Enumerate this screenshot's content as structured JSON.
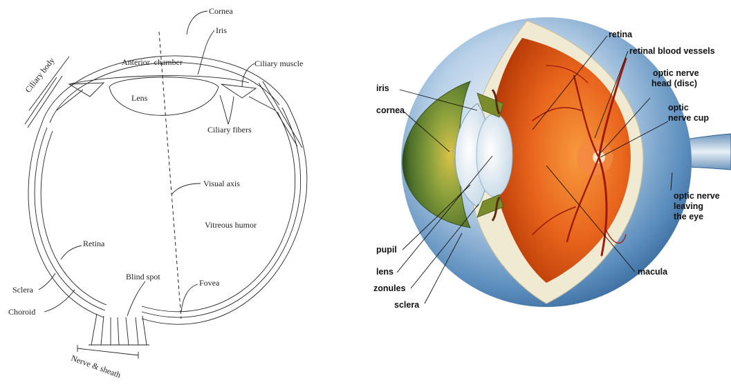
{
  "left_diagram": {
    "labels": {
      "cornea": "Cornea",
      "iris": "Iris",
      "anterior_chamber": "Anterior  chamber",
      "ciliary_body": "Ciliary body",
      "ciliary_muscle": "Ciliary muscle",
      "lens": "Lens",
      "ciliary_fibers": "Ciliary fibers",
      "visual_axis": "Visual axis",
      "vitreous_humor": "Vitreous humor",
      "retina": "Retina",
      "blind_spot": "Blind spot",
      "fovea": "Fovea",
      "sclera": "Sclera",
      "choroid": "Choroid",
      "nerve_sheath": "Nerve & sheath"
    }
  },
  "right_diagram": {
    "labels": {
      "retina": "retina",
      "retinal_blood_vessels": "retinal blood vessels",
      "optic_nerve_head_1": "optic nerve",
      "optic_nerve_head_2": "head (disc)",
      "optic_nerve_cup_1": "optic",
      "optic_nerve_cup_2": "nerve cup",
      "iris": "iris",
      "cornea": "cornea",
      "optic_nerve_leaving_1": "optic nerve",
      "optic_nerve_leaving_2": "leaving",
      "optic_nerve_leaving_3": "the eye",
      "pupil": "pupil",
      "lens": "lens",
      "zonules": "zonules",
      "sclera": "sclera",
      "macula": "macula"
    },
    "colors": {
      "sclera": "#4f86b8",
      "retina": "#e2631c",
      "iris": "#6f8e2e",
      "vessels": "#9c1a08"
    }
  }
}
